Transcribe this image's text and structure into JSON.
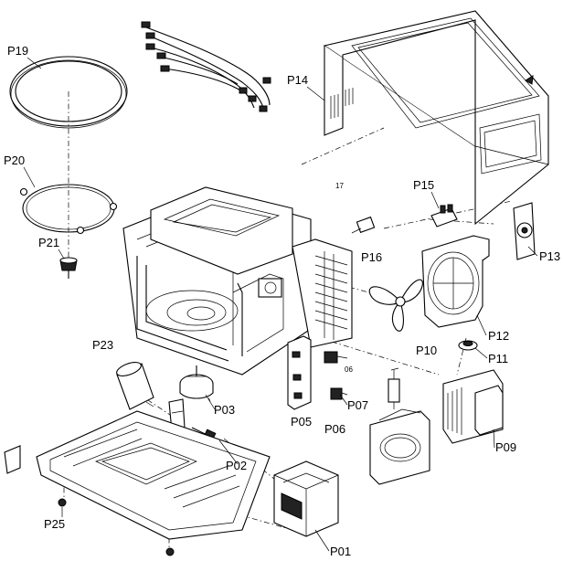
{
  "parts": {
    "p01": "P01",
    "p02": "P02",
    "p03": "P03",
    "p05": "P05",
    "p06": "P06",
    "p07": "P07",
    "p09": "P09",
    "p10": "P10",
    "p11": "P11",
    "p12": "P12",
    "p13": "P13",
    "p14": "P14",
    "p15": "P15",
    "p16": "P16",
    "p19": "P19",
    "p20": "P20",
    "p21": "P21",
    "p23": "P23",
    "p25": "P25"
  },
  "callouts": {
    "c17": "17",
    "c06": "06"
  }
}
